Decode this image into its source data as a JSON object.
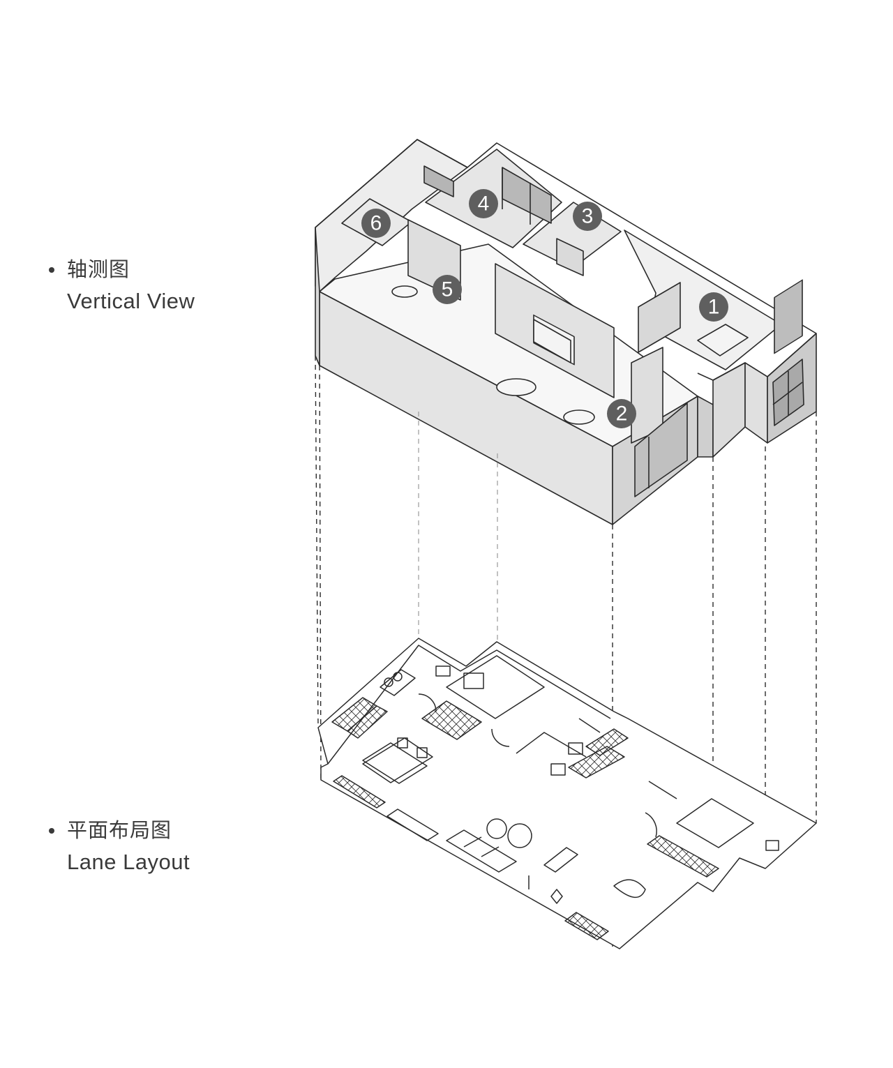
{
  "labels": {
    "vertical": {
      "cn": "轴测图",
      "en": "Vertical View"
    },
    "layout": {
      "cn": "平面布局图",
      "en": "Lane Layout"
    }
  },
  "room_markers": [
    {
      "id": "1",
      "label": "1"
    },
    {
      "id": "2",
      "label": "2"
    },
    {
      "id": "3",
      "label": "3"
    },
    {
      "id": "4",
      "label": "4"
    },
    {
      "id": "5",
      "label": "5"
    },
    {
      "id": "6",
      "label": "6"
    }
  ],
  "colors": {
    "marker_fill": "#5f5f5f",
    "wall_light": "#e6e6e6",
    "wall_mid": "#d6d6d6",
    "wall_dark": "#c8c8c8",
    "line": "#2a2a2a"
  }
}
